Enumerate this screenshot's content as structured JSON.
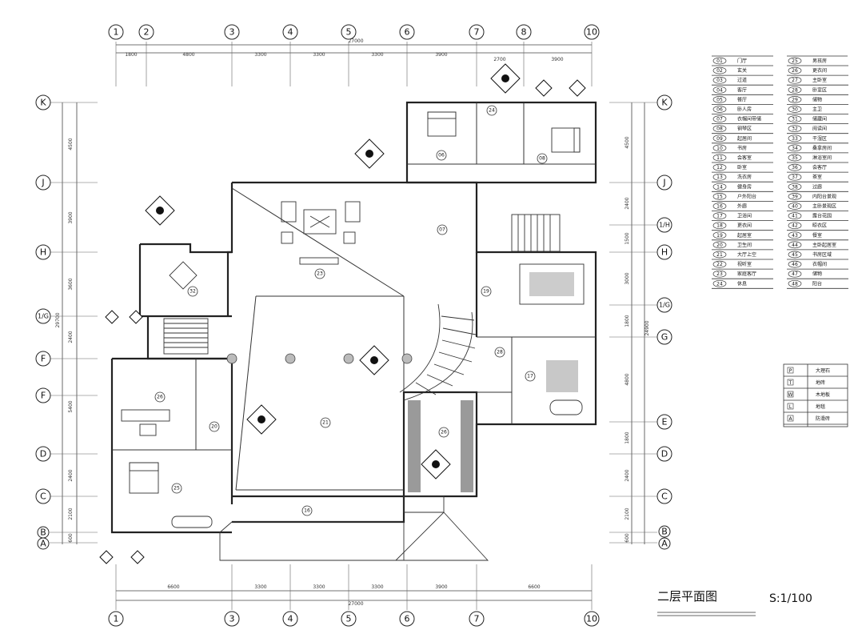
{
  "title": "二层平面图",
  "scale": "S:1/100",
  "axes_top": [
    {
      "label": "1"
    },
    {
      "label": "2"
    },
    {
      "label": "3"
    },
    {
      "label": "4"
    },
    {
      "label": "5"
    },
    {
      "label": "6"
    },
    {
      "label": "7"
    },
    {
      "label": "8"
    },
    {
      "label": "10"
    }
  ],
  "axes_bottom": [
    {
      "label": "1"
    },
    {
      "label": "3"
    },
    {
      "label": "4"
    },
    {
      "label": "5"
    },
    {
      "label": "6"
    },
    {
      "label": "7"
    },
    {
      "label": "10"
    }
  ],
  "axes_left": [
    {
      "label": "K"
    },
    {
      "label": "J"
    },
    {
      "label": "H"
    },
    {
      "label": "1/G"
    },
    {
      "label": "F"
    },
    {
      "label": "F"
    },
    {
      "label": "D"
    },
    {
      "label": "C"
    },
    {
      "label": "B"
    },
    {
      "label": "A"
    }
  ],
  "axes_right": [
    {
      "label": "K"
    },
    {
      "label": "J"
    },
    {
      "label": "1/H"
    },
    {
      "label": "H"
    },
    {
      "label": "1/G"
    },
    {
      "label": "G"
    },
    {
      "label": "E"
    },
    {
      "label": "D"
    },
    {
      "label": "C"
    },
    {
      "label": "B"
    },
    {
      "label": "A"
    }
  ],
  "dims_top_total": "27000",
  "dims_top": [
    "1800",
    "4800",
    "3300",
    "3300",
    "3300",
    "3900",
    "2700",
    "3900"
  ],
  "dims_bottom_total": "27000",
  "dims_bottom": [
    "6600",
    "3300",
    "3300",
    "3300",
    "3900",
    "6600"
  ],
  "dims_left": [
    "4500",
    "3900",
    "3600",
    "2400",
    "5400",
    "2400",
    "2100",
    "600"
  ],
  "dims_left_total": "29700",
  "dims_right": [
    "4500",
    "2400",
    "1500",
    "3000",
    "1800",
    "4800",
    "1800",
    "2400",
    "2100",
    "600"
  ],
  "dims_right_total": "24900",
  "room_tags": [
    {
      "num": "06"
    },
    {
      "num": "08"
    },
    {
      "num": "24"
    },
    {
      "num": "07"
    },
    {
      "num": "23"
    },
    {
      "num": "32"
    },
    {
      "num": "19"
    },
    {
      "num": "28"
    },
    {
      "num": "17"
    },
    {
      "num": "26"
    },
    {
      "num": "20"
    },
    {
      "num": "21"
    },
    {
      "num": "26"
    },
    {
      "num": "25"
    },
    {
      "num": "16"
    }
  ],
  "legend_rooms": [
    {
      "num": "01",
      "name": "门厅"
    },
    {
      "num": "02",
      "name": "玄关"
    },
    {
      "num": "03",
      "name": "过道"
    },
    {
      "num": "04",
      "name": "客厅"
    },
    {
      "num": "05",
      "name": "餐厅"
    },
    {
      "num": "06",
      "name": "卧人房"
    },
    {
      "num": "07",
      "name": "衣帽间带储"
    },
    {
      "num": "08",
      "name": "钢琴区"
    },
    {
      "num": "09",
      "name": "起居间"
    },
    {
      "num": "10",
      "name": "书房"
    },
    {
      "num": "11",
      "name": "会客室"
    },
    {
      "num": "12",
      "name": "卧室"
    },
    {
      "num": "13",
      "name": "洗衣房"
    },
    {
      "num": "14",
      "name": "健身房"
    },
    {
      "num": "15",
      "name": "户外阳台"
    },
    {
      "num": "16",
      "name": "外廊"
    },
    {
      "num": "17",
      "name": "卫浴间"
    },
    {
      "num": "18",
      "name": "更衣间"
    },
    {
      "num": "19",
      "name": "起居室"
    },
    {
      "num": "20",
      "name": "卫生间"
    },
    {
      "num": "21",
      "name": "大厅上空"
    },
    {
      "num": "22",
      "name": "视听室"
    },
    {
      "num": "23",
      "name": "家庭客厅"
    },
    {
      "num": "24",
      "name": "休息"
    }
  ],
  "legend_rooms_2": [
    {
      "num": "25",
      "name": "男孩房"
    },
    {
      "num": "26",
      "name": "更衣间"
    },
    {
      "num": "27",
      "name": "主卧室"
    },
    {
      "num": "28",
      "name": "卧室区"
    },
    {
      "num": "29",
      "name": "储物"
    },
    {
      "num": "30",
      "name": "主卫"
    },
    {
      "num": "31",
      "name": "储藏间"
    },
    {
      "num": "32",
      "name": "阅读间"
    },
    {
      "num": "33",
      "name": "干湿区"
    },
    {
      "num": "34",
      "name": "桑拿房间"
    },
    {
      "num": "35",
      "name": "淋浴室间"
    },
    {
      "num": "36",
      "name": "会客厅"
    },
    {
      "num": "37",
      "name": "茶室"
    },
    {
      "num": "38",
      "name": "过廊"
    },
    {
      "num": "39",
      "name": "内阳台景观"
    },
    {
      "num": "40",
      "name": "主卧景观区"
    },
    {
      "num": "41",
      "name": "露台花园"
    },
    {
      "num": "42",
      "name": "晾衣区"
    },
    {
      "num": "43",
      "name": "餐室"
    },
    {
      "num": "44",
      "name": "主卧起居室"
    },
    {
      "num": "45",
      "name": "书房区域"
    },
    {
      "num": "46",
      "name": "衣帽间"
    },
    {
      "num": "47",
      "name": "储物"
    },
    {
      "num": "48",
      "name": "阳台"
    }
  ],
  "legend_symbols": [
    {
      "sym": "P",
      "name": "大理石"
    },
    {
      "sym": "T",
      "name": "地砖"
    },
    {
      "sym": "W",
      "name": "木地板"
    },
    {
      "sym": "L",
      "name": "地毯"
    },
    {
      "sym": "A",
      "name": "防滑砖"
    }
  ]
}
